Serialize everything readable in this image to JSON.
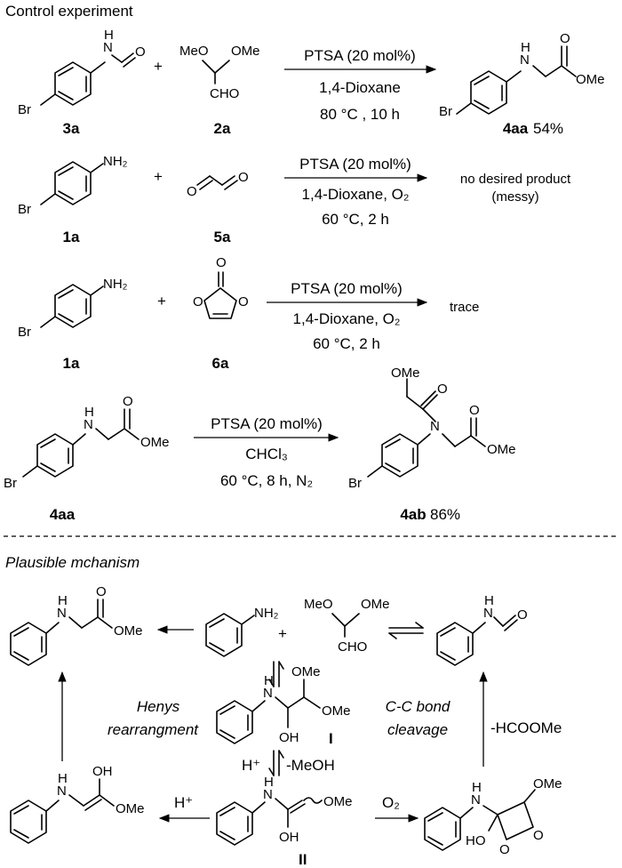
{
  "sections": {
    "control": "Control experiment",
    "mechanism": "Plausible mchanism"
  },
  "reaction1": {
    "reagent_a_atom": "N",
    "reagent_a_o": "O",
    "reagent_a_br": "Br",
    "reagent_a_label": "3a",
    "plus": "+",
    "reagent_b_meo": "MeO",
    "reagent_b_ome": "OMe",
    "reagent_b_cho": "CHO",
    "reagent_b_label": "2a",
    "cond_top": "PTSA (20 mol%)",
    "cond_mid": "1,4-Dioxane",
    "cond_bot": "80 °C , 10 h",
    "product_o": "O",
    "product_ome": "OMe",
    "product_br": "Br",
    "product_n": "N",
    "product_label": "4aa",
    "product_yield": "54%"
  },
  "reaction2": {
    "reagent_a_nh2": "NH₂",
    "reagent_a_br": "Br",
    "reagent_a_label": "1a",
    "plus": "+",
    "reagent_b_o1": "O",
    "reagent_b_o2": "O",
    "reagent_b_label": "5a",
    "cond_top": "PTSA (20 mol%)",
    "cond_mid": "1,4-Dioxane, O₂",
    "cond_bot": "60 °C, 2 h",
    "result_line1": "no desired product",
    "result_line2": "(messy)"
  },
  "reaction3": {
    "reagent_a_nh2": "NH₂",
    "reagent_a_br": "Br",
    "reagent_a_label": "1a",
    "plus": "+",
    "reagent_b_o_top": "O",
    "reagent_b_o_left": "O",
    "reagent_b_o_right": "O",
    "reagent_b_label": "6a",
    "cond_top": "PTSA (20 mol%)",
    "cond_mid": "1,4-Dioxane, O₂",
    "cond_bot": "60 °C, 2 h",
    "result": "trace"
  },
  "reaction4": {
    "reagent_n": "N",
    "reagent_o": "O",
    "reagent_ome": "OMe",
    "reagent_br": "Br",
    "reagent_label": "4aa",
    "cond_top": "PTSA (20 mol%)",
    "cond_mid": "CHCl₃",
    "cond_bot": "60 °C, 8 h, N₂",
    "product_ome_top": "OMe",
    "product_o_top": "O",
    "product_n": "N",
    "product_o": "O",
    "product_ome": "OMe",
    "product_br": "Br",
    "product_label": "4ab",
    "product_yield": "86%"
  },
  "mechanism": {
    "glycinate_n": "N",
    "glycinate_o": "O",
    "glycinate_ome": "OMe",
    "aniline_nh2": "NH₂",
    "plus": "+",
    "acetal_meo": "MeO",
    "acetal_ome": "OMe",
    "acetal_cho": "CHO",
    "formanilide_n": "N",
    "formanilide_o": "O",
    "int1_n": "N",
    "int1_ome_top": "OMe",
    "int1_ome": "OMe",
    "int1_oh": "OH",
    "int1_label": "I",
    "henrys_1": "Henys",
    "henrys_2": "rearrangment",
    "cc_1": "C-C bond",
    "cc_2": "cleavage",
    "hcooome": "-HCOOMe",
    "h_plus_1": "H⁺",
    "meoh": "-MeOH",
    "enol_n": "N",
    "enol_oh": "OH",
    "enol_ome": "OMe",
    "h_plus_2": "H⁺",
    "int2_n": "N",
    "int2_ome": "OMe",
    "int2_oh": "OH",
    "int2_label": "II",
    "o2": "O₂",
    "diox_n": "N",
    "diox_ome": "OMe",
    "diox_ho": "HO",
    "diox_o1": "O",
    "diox_o2": "O"
  }
}
